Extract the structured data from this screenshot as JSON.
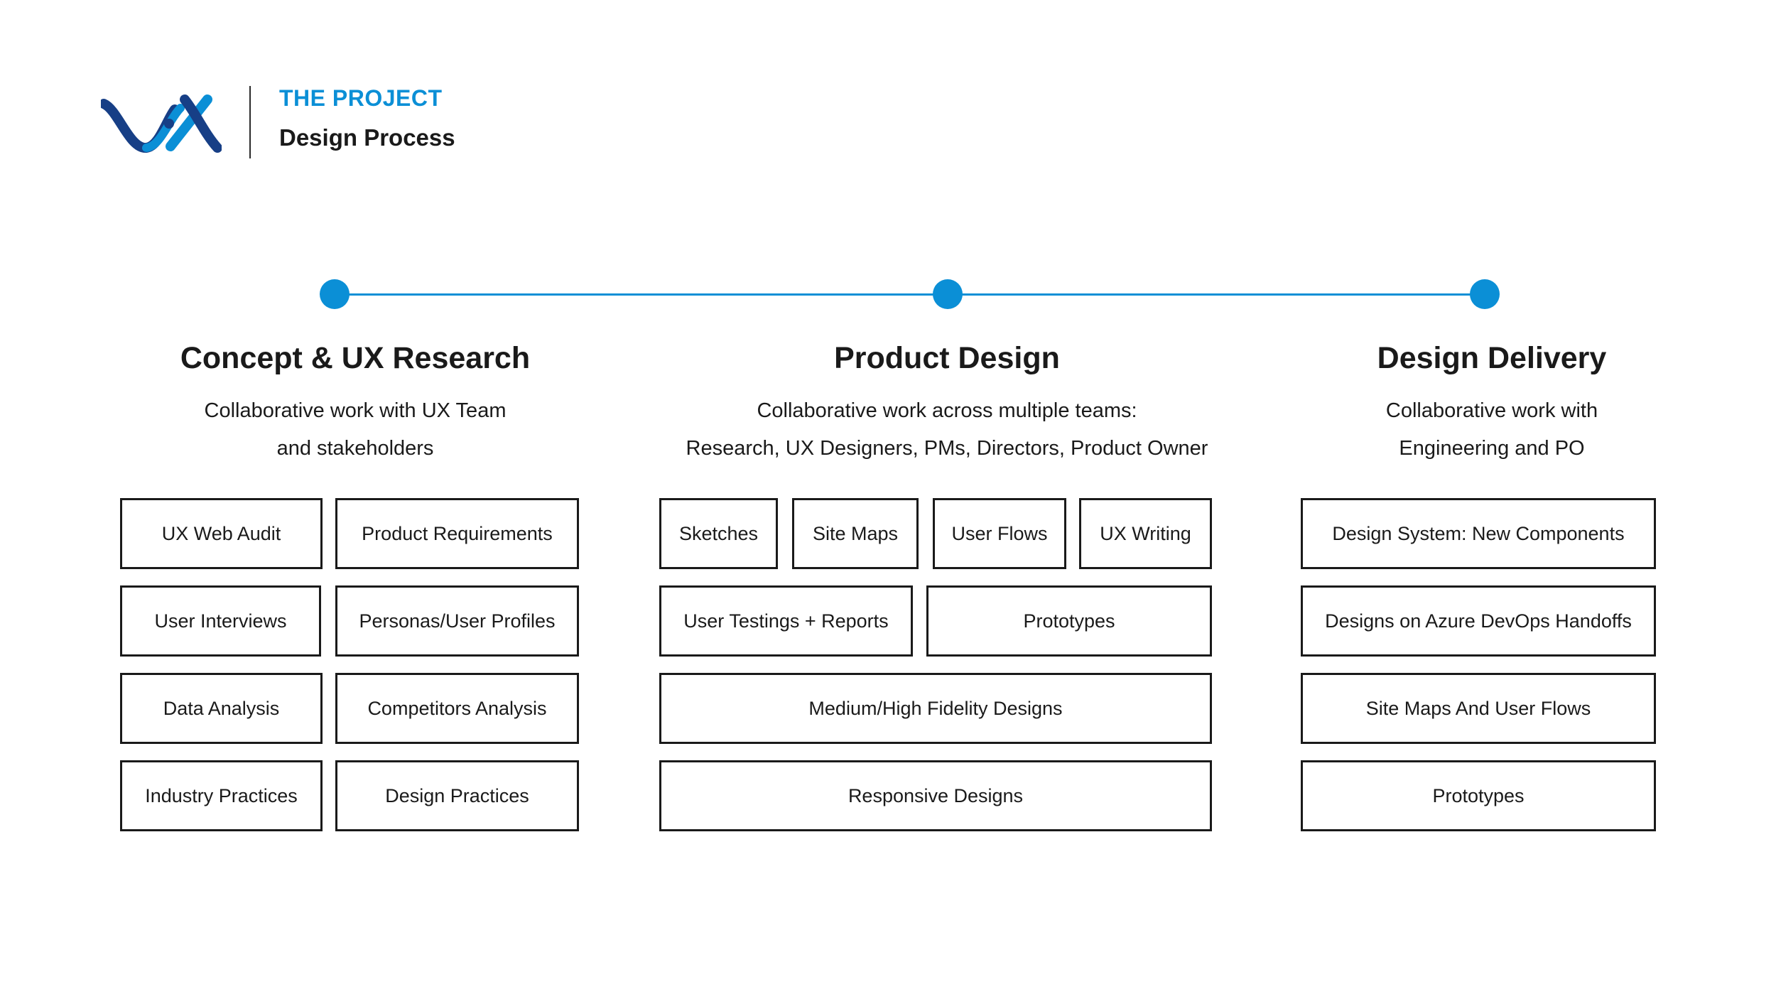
{
  "header": {
    "eyebrow": "THE PROJECT",
    "title": "Design Process"
  },
  "colors": {
    "accent_blue": "#0b8fd6",
    "logo_dark_blue": "#173f86",
    "text": "#1a1a1a",
    "border": "#1a1a1a",
    "background": "#ffffff"
  },
  "logo": {
    "icon": "ux-logo-icon",
    "text": "UX"
  },
  "phases": [
    {
      "title": "Concept & UX Research",
      "description_lines": [
        "Collaborative work with UX Team",
        "and stakeholders"
      ],
      "items": [
        "UX Web Audit",
        "Product Requirements",
        "User Interviews",
        "Personas/User Profiles",
        "Data Analysis",
        "Competitors Analysis",
        "Industry Practices",
        "Design Practices"
      ]
    },
    {
      "title": "Product Design",
      "description_lines": [
        "Collaborative work across multiple teams:",
        "Research, UX Designers, PMs, Directors, Product Owner"
      ],
      "items": [
        "Sketches",
        "Site Maps",
        "User Flows",
        "UX Writing",
        "User Testings + Reports",
        "Prototypes",
        "Medium/High Fidelity Designs",
        "Responsive Designs"
      ]
    },
    {
      "title": "Design Delivery",
      "description_lines": [
        "Collaborative work with",
        "Engineering and PO"
      ],
      "items": [
        "Design System: New Components",
        "Designs on Azure DevOps Handoffs",
        "Site Maps And User Flows",
        "Prototypes"
      ]
    }
  ]
}
